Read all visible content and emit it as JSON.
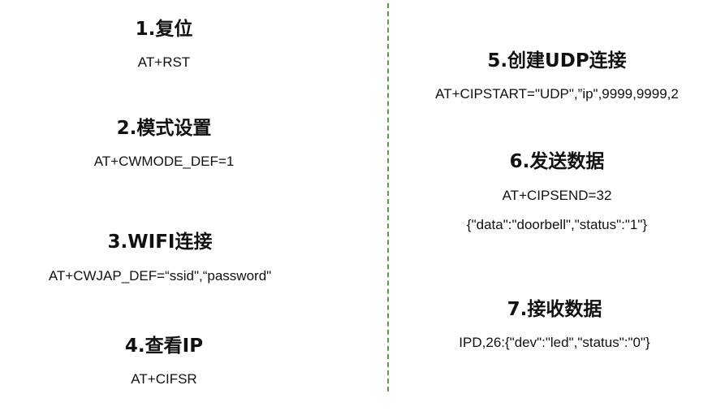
{
  "left": {
    "steps": [
      {
        "title": "1.复位",
        "commands": [
          "AT+RST"
        ]
      },
      {
        "title": "2.模式设置",
        "commands": [
          "AT+CWMODE_DEF=1"
        ]
      },
      {
        "title": "3.WIFI连接",
        "commands": [
          "AT+CWJAP_DEF=“ssid\",“password\""
        ]
      },
      {
        "title": "4.查看IP",
        "commands": [
          "AT+CIFSR"
        ]
      }
    ]
  },
  "right": {
    "steps": [
      {
        "title": "5.创建UDP连接",
        "commands": [
          "AT+CIPSTART=\"UDP\",”ip\",9999,9999,2"
        ]
      },
      {
        "title": "6.发送数据",
        "commands": [
          "AT+CIPSEND=32",
          "{\"data\":\"doorbell\",\"status\":\"1\"}"
        ]
      },
      {
        "title": "7.接收数据",
        "commands": [
          "IPD,26:{\"dev\":\"led\",\"status\":\"0\"}"
        ]
      }
    ]
  },
  "colors": {
    "divider": "#5a9e43",
    "text": "#111111",
    "background": "#ffffff"
  }
}
